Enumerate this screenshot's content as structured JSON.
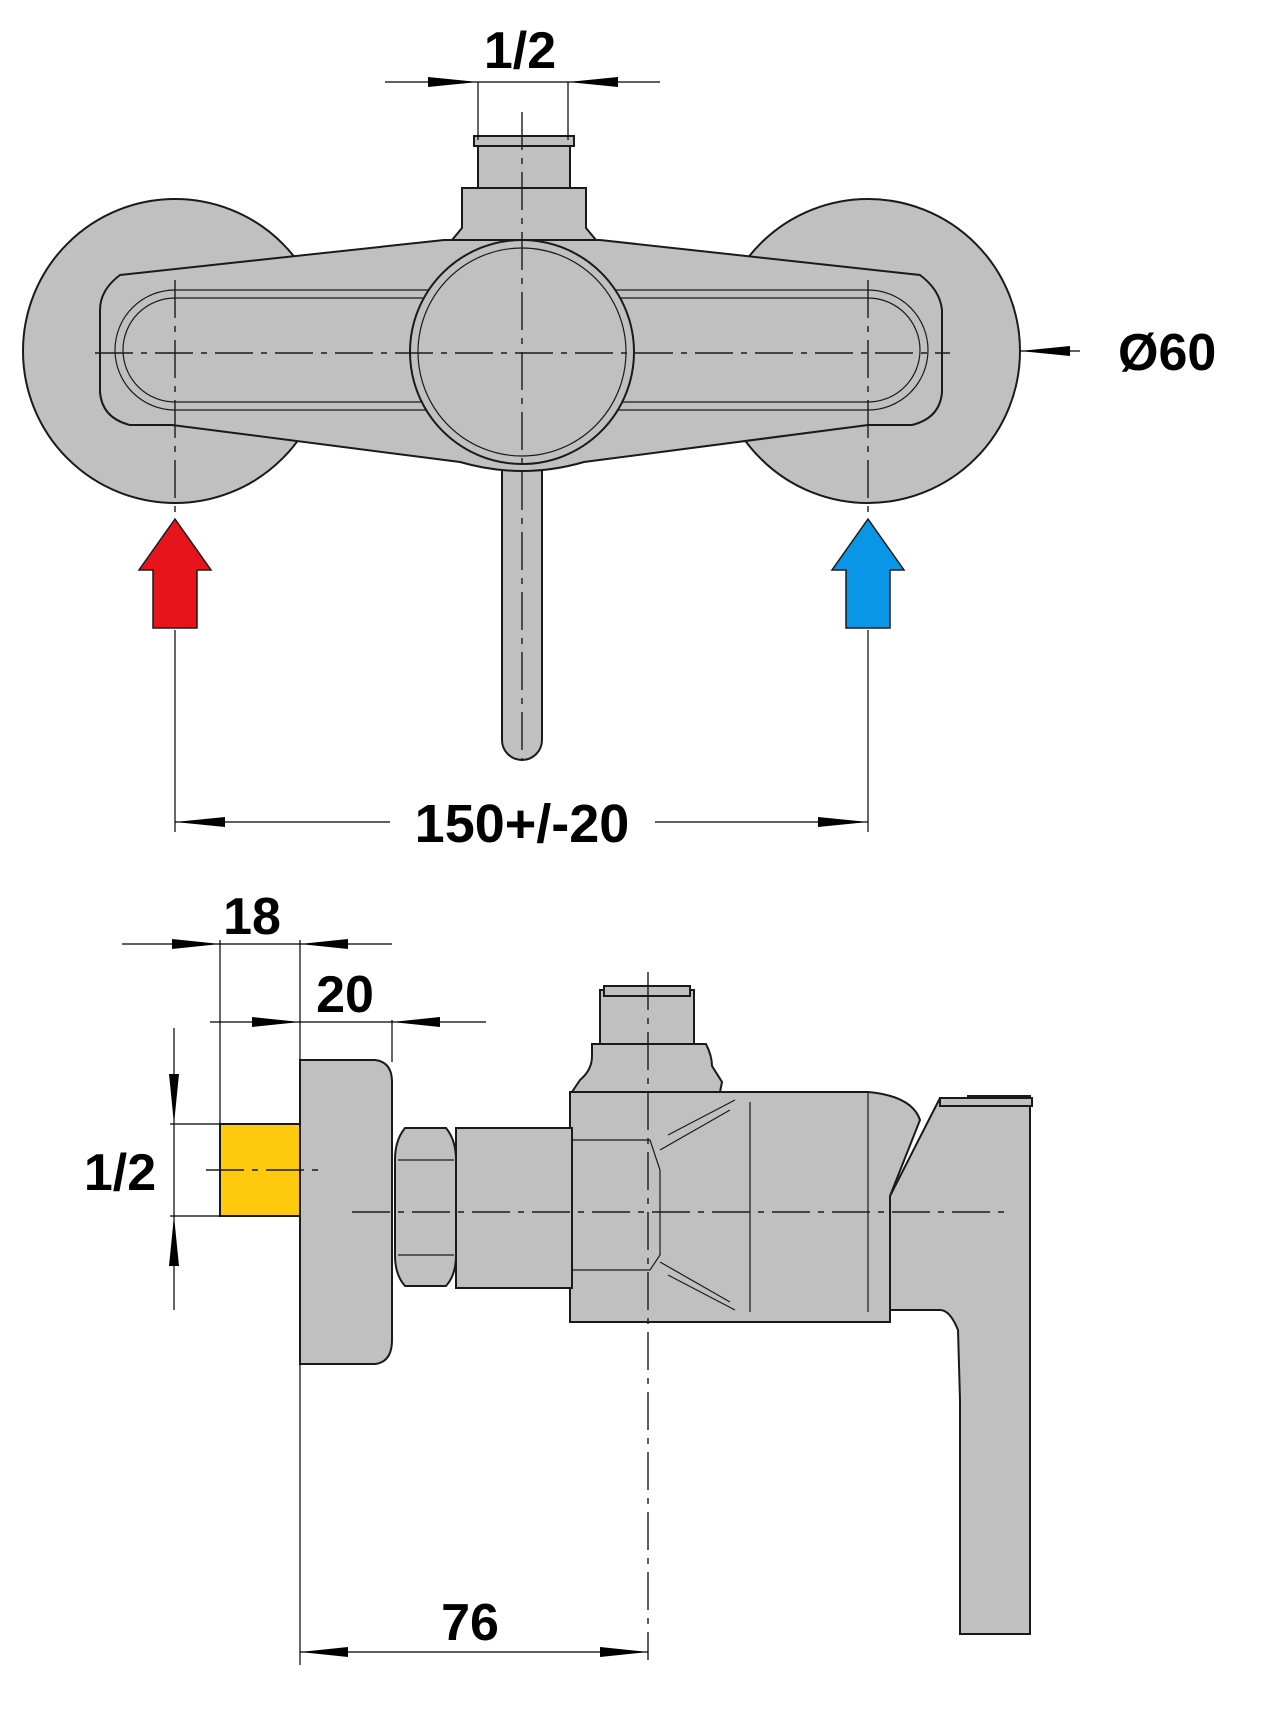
{
  "top_view": {
    "dim_top_thread": "1/2",
    "dim_diameter": "Ø60",
    "dim_center_distance": "150+/-20",
    "hot_inlet_color": "#e8141c",
    "cold_inlet_color": "#0a96e6"
  },
  "side_view": {
    "dim_thread_length": "18",
    "dim_flange_depth": "20",
    "dim_thread_size": "1/2",
    "dim_depth_to_axis": "76",
    "thread_color": "#ffc90e"
  },
  "colors": {
    "body": "#c0c0c0",
    "line": "#1a1a1a"
  }
}
